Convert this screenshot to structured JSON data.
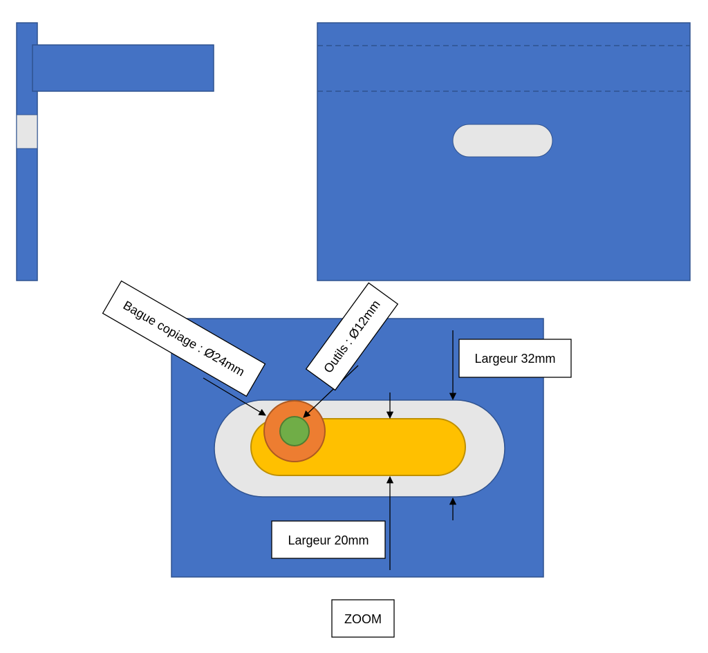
{
  "colors": {
    "plate": "#4472C4",
    "plate_stroke": "#2F528F",
    "slot": "#E6E6E6",
    "tool_path": "#FFC000",
    "tool_path_stroke": "#BF9000",
    "copy_ring": "#ED7D31",
    "copy_ring_stroke": "#AE5A21",
    "tool": "#70AD47",
    "tool_stroke": "#507E32",
    "label_border": "#000000",
    "label_fill": "#FFFFFF"
  },
  "labels": {
    "copy_ring": "Bague copiage : Ø24mm",
    "tool": "Outils : Ø12mm",
    "width_outer": "Largeur 32mm",
    "width_inner": "Largeur 20mm",
    "zoom": "ZOOM"
  }
}
